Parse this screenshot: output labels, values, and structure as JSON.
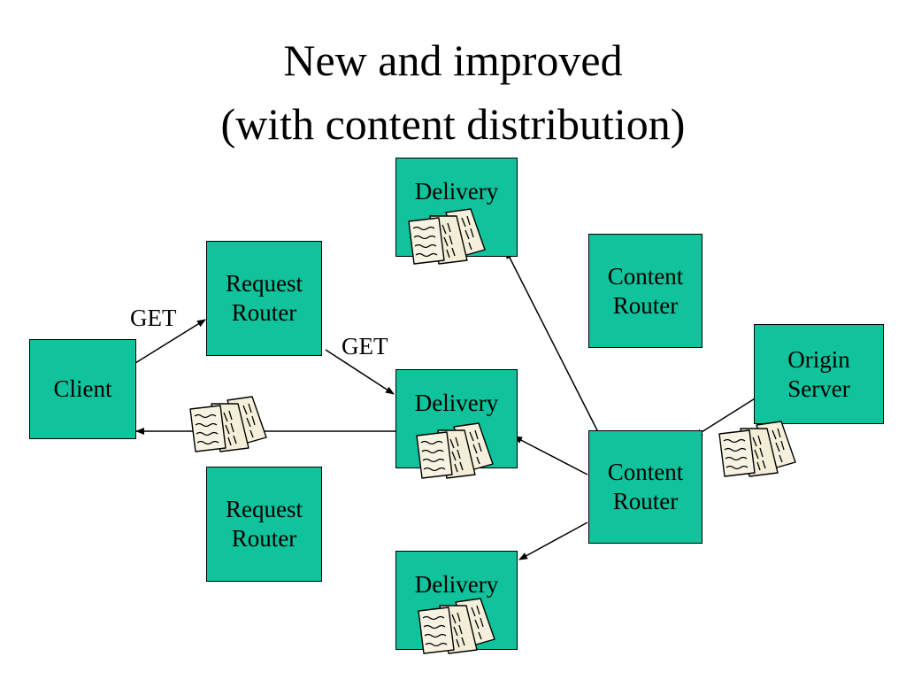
{
  "slide": {
    "title_line1": "New and improved",
    "title_line2": "(with content distribution)"
  },
  "nodes": {
    "client": "Client",
    "request_router_top": [
      "Request",
      "Router"
    ],
    "request_router_bottom": [
      "Request",
      "Router"
    ],
    "delivery_top": "Delivery",
    "delivery_mid": "Delivery",
    "delivery_bottom": "Delivery",
    "content_router_top": [
      "Content",
      "Router"
    ],
    "content_router_main": [
      "Content",
      "Router"
    ],
    "origin_server": [
      "Origin",
      "Server"
    ]
  },
  "edge_labels": {
    "get_client": "GET",
    "get_router": "GET"
  },
  "icons": {
    "content": "sheet-music-documents-icon"
  },
  "colors": {
    "node_fill": "#10c39c"
  }
}
